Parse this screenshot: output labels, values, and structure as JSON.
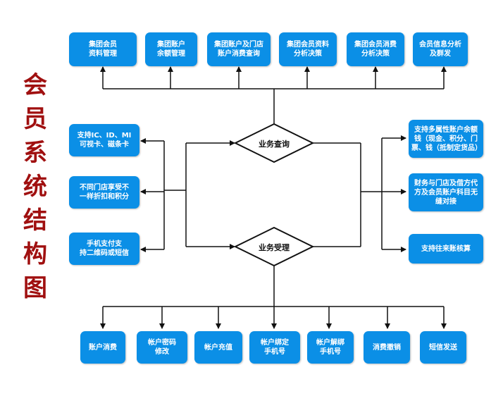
{
  "title": [
    "会",
    "员",
    "系",
    "统",
    "结",
    "构",
    "图"
  ],
  "decisions": {
    "query": "业务查询",
    "accept": "业务受理"
  },
  "top_boxes": [
    "集团会员\n资料管理",
    "集团账户\n余额管理",
    "集团账户及门店\n账户消费查询",
    "集团会员资料\n分析决策",
    "集团会员消费\n分析决策",
    "会员信息分析\n及群发"
  ],
  "left_boxes": [
    "支持IC、ID、MI\n可视卡、磁条卡",
    "不同门店享受不\n一样折扣和积分",
    "手机支付支\n持二维码或短信"
  ],
  "right_boxes": [
    "支持多属性账户余额\n钱（现金、积分、门\n票、钱（抵制定货品）",
    "财务与门店及借方代\n方及会员账户科目无\n缝对接",
    "支持往来账核算"
  ],
  "bottom_boxes": [
    "账户消费",
    "帐户密码\n修改",
    "帐户充值",
    "帐户绑定\n手机号",
    "帐户解绑\n手机号",
    "消费撤销",
    "短信发送"
  ],
  "colors": {
    "box": "#0b8fe6",
    "title": "#a01010",
    "line": "#111111"
  }
}
